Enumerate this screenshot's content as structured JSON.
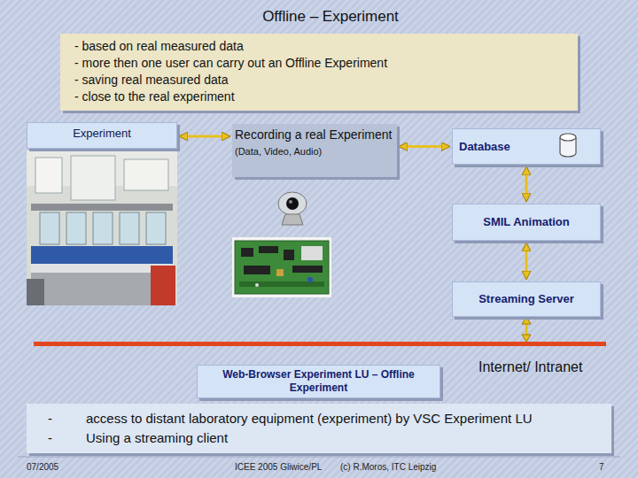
{
  "diagram": {
    "title": "Offline – Experiment",
    "nodes": [
      {
        "text": [
          "- based on real measured data",
          "- more then one user can carry out an Offline Experiment",
          "- saving real measured data",
          "- close to the real experiment"
        ]
      },
      {
        "text": [
          "Experiment"
        ]
      },
      {
        "text": [
          "Recording a real Experiment",
          "(Data, Video, Audio)"
        ]
      },
      {
        "text": [
          "Database"
        ]
      },
      {
        "text": [
          "SMIL Animation"
        ]
      },
      {
        "text": [
          "Streaming Server"
        ]
      },
      {
        "text": [
          "Web-Browser Experiment LU – Offline Experiment"
        ]
      },
      {
        "text": [
          "-",
          "access to distant laboratory equipment (experiment) by VSC Experiment LU",
          "-",
          "Using a streaming client"
        ]
      }
    ],
    "edges": [
      {
        "from": 1,
        "to": 2,
        "arrow": "both"
      },
      {
        "from": 2,
        "to": 3,
        "arrow": "both"
      },
      {
        "from": 3,
        "to": 4,
        "arrow": "both"
      },
      {
        "from": 4,
        "to": 5,
        "arrow": "both"
      }
    ],
    "labels": [
      "Internet/ Intranet",
      "07/2005",
      "ICEE 2005 Gliwice/PL",
      "(c) R.Moros, ITC Leipzig",
      "7"
    ]
  }
}
